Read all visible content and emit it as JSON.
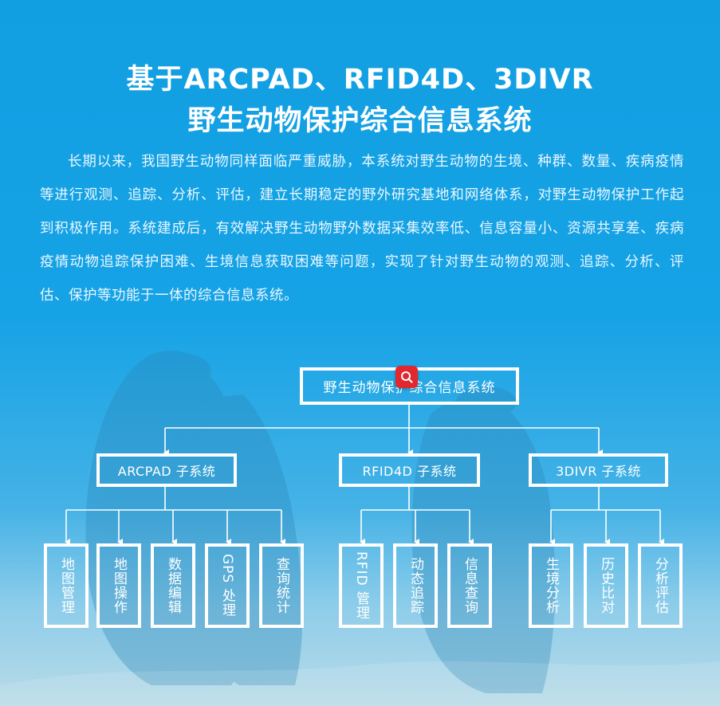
{
  "title": {
    "line1": "基于ARCPAD、RFID4D、3DIVR",
    "line2": "野生动物保护综合信息系统"
  },
  "intro": "长期以来，我国野生动物同样面临严重威胁，本系统对野生动物的生境、种群、数量、疾病疫情等进行观测、追踪、分析、评估，建立长期稳定的野外研究基地和网络体系，对野生动物保护工作起到积极作用。系统建成后，有效解决野生动物野外数据采集效率低、信息容量小、资源共享差、疾病疫情动物追踪保护困难、生境信息获取困难等问题，实现了针对野生动物的观测、追踪、分析、评估、保护等功能于一体的综合信息系统。",
  "diagram": {
    "root": "野生动物保护综合信息系统",
    "subsystems": [
      {
        "label": "ARCPAD 子系统",
        "children": [
          "地图管理",
          "地图操作",
          "数据编辑",
          "GPS 处理",
          "查询统计"
        ]
      },
      {
        "label": "RFID4D 子系统",
        "children": [
          "RFID 管理",
          "动态追踪",
          "信息查询"
        ]
      },
      {
        "label": "3DIVR 子系统",
        "children": [
          "生境分析",
          "历史比对",
          "分析评估"
        ]
      }
    ]
  },
  "icons": {
    "search_badge": "search-icon"
  },
  "colors": {
    "background": "#16a3e6",
    "badge": "#e0282e",
    "line": "#ffffff"
  }
}
